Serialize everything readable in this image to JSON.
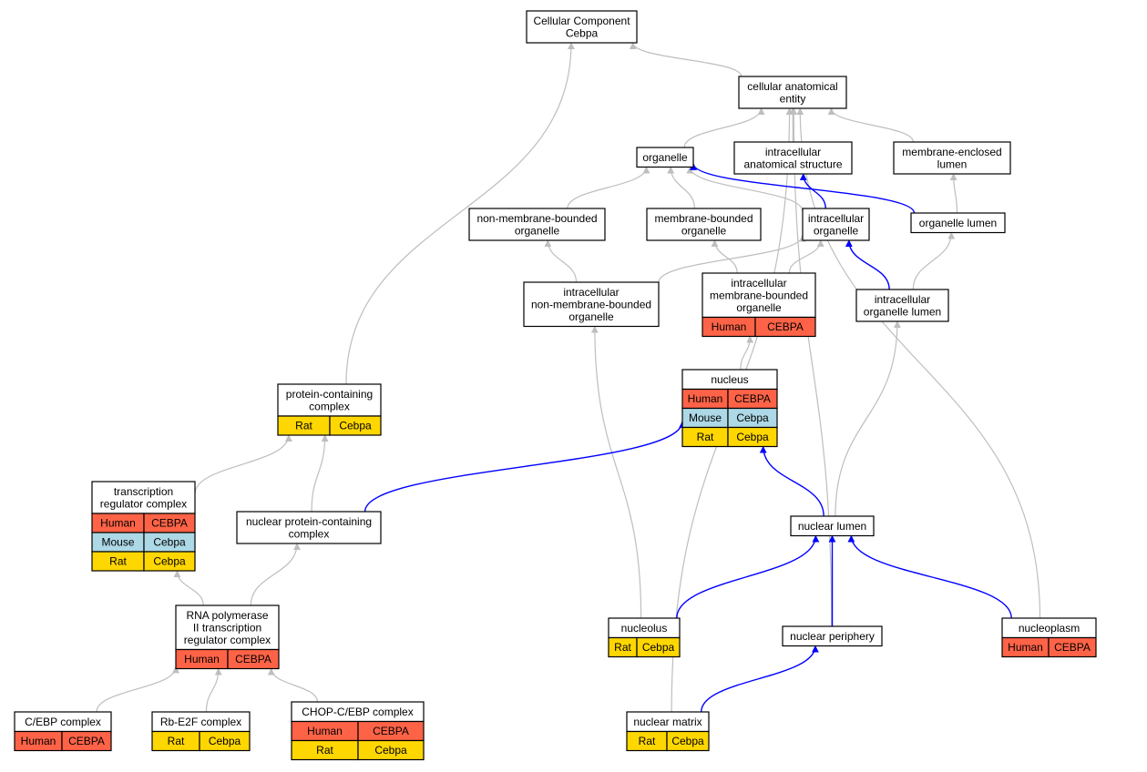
{
  "colors": {
    "Human": "#ff6347",
    "Mouse": "#add8e6",
    "Rat": "#ffd700",
    "edge_default": "#bebebe",
    "edge_highlight": "#0000ff"
  },
  "nodes": [
    {
      "id": "root",
      "label": [
        "Cellular Component",
        "Cebpa"
      ],
      "rows": []
    },
    {
      "id": "cae",
      "label": [
        "cellular anatomical",
        "entity"
      ],
      "rows": []
    },
    {
      "id": "organelle",
      "label": [
        "organelle"
      ],
      "rows": []
    },
    {
      "id": "ias",
      "label": [
        "intracellular",
        "anatomical structure"
      ],
      "rows": []
    },
    {
      "id": "mel",
      "label": [
        "membrane-enclosed",
        "lumen"
      ],
      "rows": []
    },
    {
      "id": "nmbo",
      "label": [
        "non-membrane-bounded",
        "organelle"
      ],
      "rows": []
    },
    {
      "id": "mbo",
      "label": [
        "membrane-bounded",
        "organelle"
      ],
      "rows": []
    },
    {
      "id": "io",
      "label": [
        "intracellular",
        "organelle"
      ],
      "rows": []
    },
    {
      "id": "ol",
      "label": [
        "organelle lumen"
      ],
      "rows": []
    },
    {
      "id": "inmbo",
      "label": [
        "intracellular",
        "non-membrane-bounded",
        "organelle"
      ],
      "rows": []
    },
    {
      "id": "imbo",
      "label": [
        "intracellular",
        "membrane-bounded",
        "organelle"
      ],
      "rows": [
        [
          "Human",
          "CEBPA"
        ]
      ]
    },
    {
      "id": "iol",
      "label": [
        "intracellular",
        "organelle lumen"
      ],
      "rows": []
    },
    {
      "id": "pcc",
      "label": [
        "protein-containing",
        "complex"
      ],
      "rows": [
        [
          "Rat",
          "Cebpa"
        ]
      ]
    },
    {
      "id": "nucleus",
      "label": [
        "nucleus"
      ],
      "rows": [
        [
          "Human",
          "CEBPA"
        ],
        [
          "Mouse",
          "Cebpa"
        ],
        [
          "Rat",
          "Cebpa"
        ]
      ]
    },
    {
      "id": "trc",
      "label": [
        "transcription",
        "regulator complex"
      ],
      "rows": [
        [
          "Human",
          "CEBPA"
        ],
        [
          "Mouse",
          "Cebpa"
        ],
        [
          "Rat",
          "Cebpa"
        ]
      ]
    },
    {
      "id": "npcc",
      "label": [
        "nuclear protein-containing",
        "complex"
      ],
      "rows": []
    },
    {
      "id": "nl",
      "label": [
        "nuclear lumen"
      ],
      "rows": []
    },
    {
      "id": "rnap",
      "label": [
        "RNA polymerase",
        "II transcription",
        "regulator complex"
      ],
      "rows": [
        [
          "Human",
          "CEBPA"
        ]
      ]
    },
    {
      "id": "nucleolus",
      "label": [
        "nucleolus"
      ],
      "rows": [
        [
          "Rat",
          "Cebpa"
        ]
      ]
    },
    {
      "id": "np",
      "label": [
        "nuclear periphery"
      ],
      "rows": []
    },
    {
      "id": "nucleoplasm",
      "label": [
        "nucleoplasm"
      ],
      "rows": [
        [
          "Human",
          "CEBPA"
        ]
      ]
    },
    {
      "id": "cebp",
      "label": [
        "C/EBP complex"
      ],
      "rows": [
        [
          "Human",
          "CEBPA"
        ]
      ]
    },
    {
      "id": "rbe2f",
      "label": [
        "Rb-E2F complex"
      ],
      "rows": [
        [
          "Rat",
          "Cebpa"
        ]
      ]
    },
    {
      "id": "chop",
      "label": [
        "CHOP-C/EBP complex"
      ],
      "rows": [
        [
          "Human",
          "CEBPA"
        ],
        [
          "Rat",
          "Cebpa"
        ]
      ]
    },
    {
      "id": "nm",
      "label": [
        "nuclear matrix"
      ],
      "rows": [
        [
          "Rat",
          "Cebpa"
        ]
      ]
    }
  ],
  "edges": [
    {
      "from": "cae",
      "to": "root",
      "highlight": false
    },
    {
      "from": "pcc",
      "to": "root",
      "highlight": false
    },
    {
      "from": "organelle",
      "to": "cae",
      "highlight": false
    },
    {
      "from": "ias",
      "to": "cae",
      "highlight": false
    },
    {
      "from": "mel",
      "to": "cae",
      "highlight": false
    },
    {
      "from": "nm",
      "to": "cae",
      "highlight": false
    },
    {
      "from": "np",
      "to": "cae",
      "highlight": false
    },
    {
      "from": "nucleoplasm",
      "to": "cae",
      "highlight": false
    },
    {
      "from": "nmbo",
      "to": "organelle",
      "highlight": false
    },
    {
      "from": "mbo",
      "to": "organelle",
      "highlight": false
    },
    {
      "from": "io",
      "to": "organelle",
      "highlight": false
    },
    {
      "from": "ol",
      "to": "organelle",
      "highlight": true
    },
    {
      "from": "io",
      "to": "ias",
      "highlight": true
    },
    {
      "from": "ol",
      "to": "mel",
      "highlight": false
    },
    {
      "from": "inmbo",
      "to": "nmbo",
      "highlight": false
    },
    {
      "from": "imbo",
      "to": "mbo",
      "highlight": false
    },
    {
      "from": "inmbo",
      "to": "io",
      "highlight": false
    },
    {
      "from": "imbo",
      "to": "io",
      "highlight": false
    },
    {
      "from": "iol",
      "to": "io",
      "highlight": true
    },
    {
      "from": "iol",
      "to": "ol",
      "highlight": false
    },
    {
      "from": "nucleolus",
      "to": "inmbo",
      "highlight": false
    },
    {
      "from": "nucleus",
      "to": "imbo",
      "highlight": false
    },
    {
      "from": "nl",
      "to": "iol",
      "highlight": false
    },
    {
      "from": "trc",
      "to": "pcc",
      "highlight": false
    },
    {
      "from": "npcc",
      "to": "pcc",
      "highlight": false
    },
    {
      "from": "npcc",
      "to": "nucleus",
      "highlight": true
    },
    {
      "from": "nl",
      "to": "nucleus",
      "highlight": true
    },
    {
      "from": "rnap",
      "to": "trc",
      "highlight": false
    },
    {
      "from": "rnap",
      "to": "npcc",
      "highlight": false
    },
    {
      "from": "nucleolus",
      "to": "nl",
      "highlight": true
    },
    {
      "from": "np",
      "to": "nl",
      "highlight": true
    },
    {
      "from": "nucleoplasm",
      "to": "nl",
      "highlight": true
    },
    {
      "from": "nm",
      "to": "np",
      "highlight": true
    },
    {
      "from": "cebp",
      "to": "rnap",
      "highlight": false
    },
    {
      "from": "rbe2f",
      "to": "rnap",
      "highlight": false
    },
    {
      "from": "chop",
      "to": "rnap",
      "highlight": false
    }
  ]
}
